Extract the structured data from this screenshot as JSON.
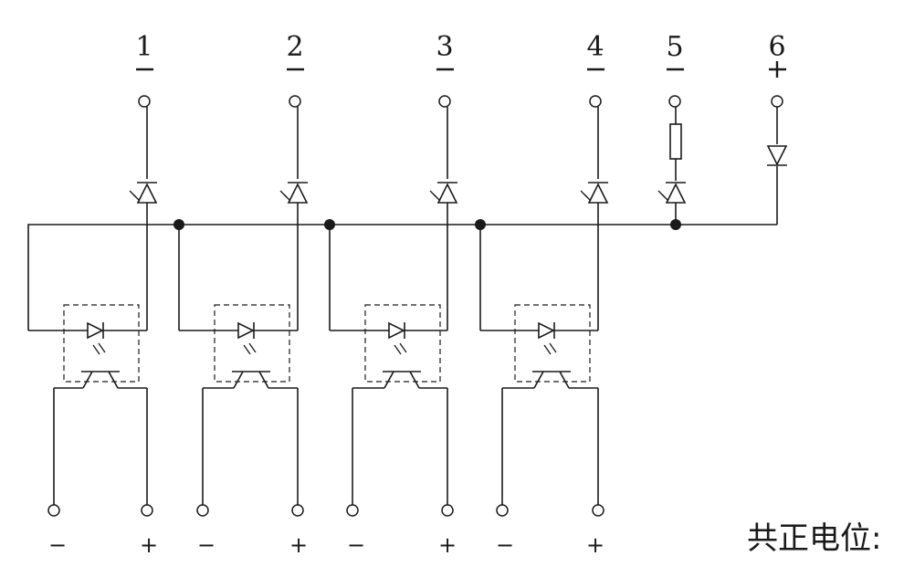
{
  "pins": [
    {
      "number": "1",
      "polarity": "−"
    },
    {
      "number": "2",
      "polarity": "−"
    },
    {
      "number": "3",
      "polarity": "−"
    },
    {
      "number": "4",
      "polarity": "−"
    },
    {
      "number": "5",
      "polarity": "−"
    },
    {
      "number": "6",
      "polarity": "+"
    }
  ],
  "outputs": [
    {
      "minus": "−",
      "plus": "+"
    },
    {
      "minus": "−",
      "plus": "+"
    },
    {
      "minus": "−",
      "plus": "+"
    },
    {
      "minus": "−",
      "plus": "+"
    }
  ],
  "footer_text": "共正电位:",
  "icons": {
    "led": "led-icon",
    "diode": "diode-icon",
    "resistor": "resistor-icon",
    "optocoupler": "optocoupler-icon",
    "phototransistor": "phototransistor-icon",
    "terminal": "terminal-icon",
    "junction": "junction-dot-icon"
  }
}
